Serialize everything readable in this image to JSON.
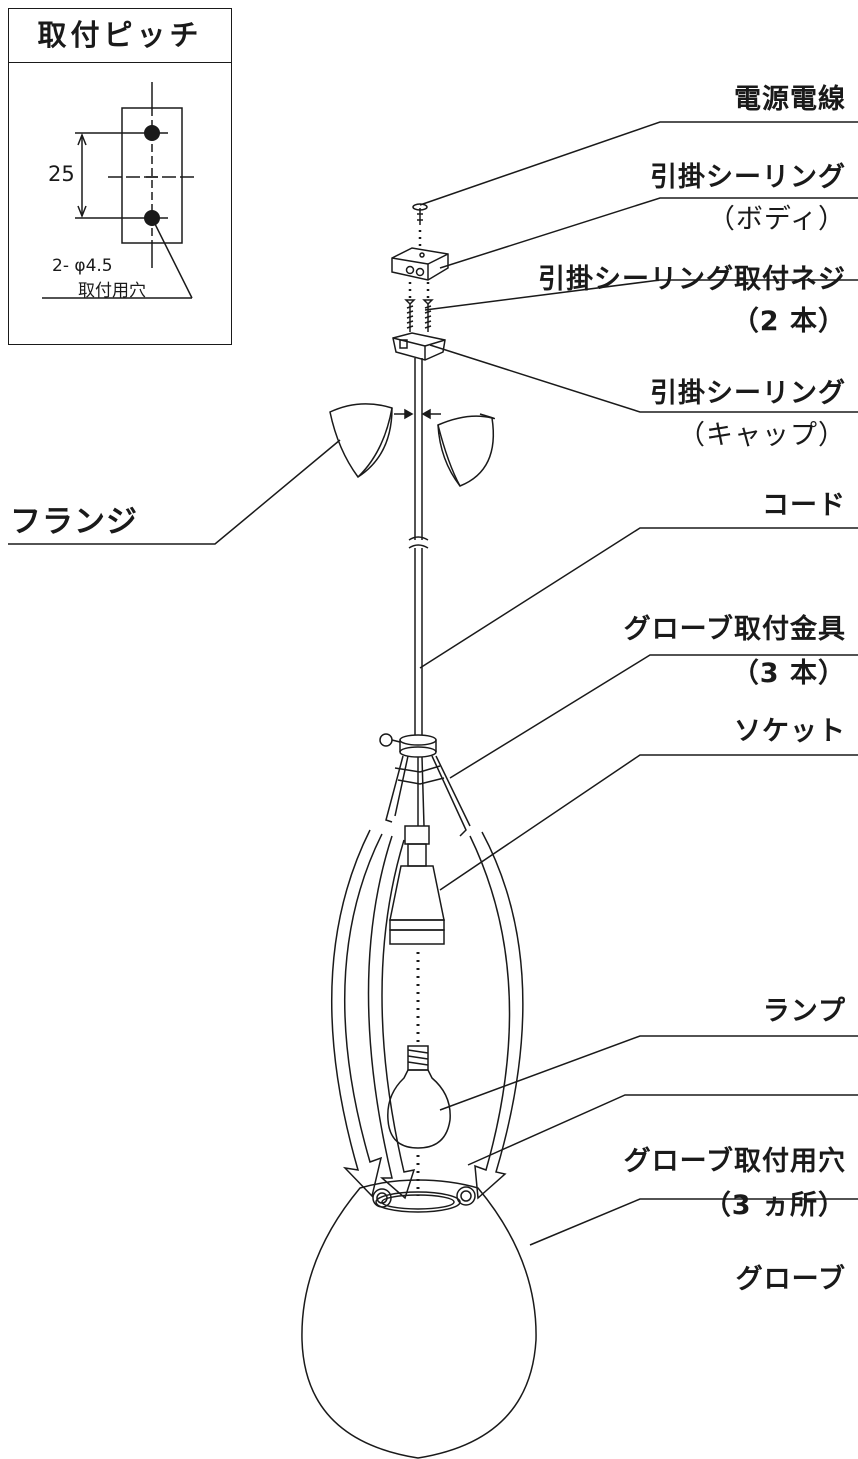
{
  "pitch": {
    "title": "取付ピッチ",
    "dimension": "25",
    "hole_spec": "2- φ4.5",
    "hole_label": "取付用穴"
  },
  "labels": {
    "power_cable": "電源電線",
    "ceiling_body_1": "引掛シーリング",
    "ceiling_body_2": "（ボディ）",
    "screws_1": "引掛シーリング取付ネジ",
    "screws_2": "（2 本）",
    "ceiling_cap_1": "引掛シーリング",
    "ceiling_cap_2": "（キャップ）",
    "flange": "フランジ",
    "cord": "コード",
    "globe_bracket_1": "グローブ取付金具",
    "globe_bracket_2": "（3 本）",
    "socket": "ソケット",
    "lamp": "ランプ",
    "globe_holes_1": "グローブ取付用穴",
    "globe_holes_2": "（3 ヵ所）",
    "globe": "グローブ"
  }
}
